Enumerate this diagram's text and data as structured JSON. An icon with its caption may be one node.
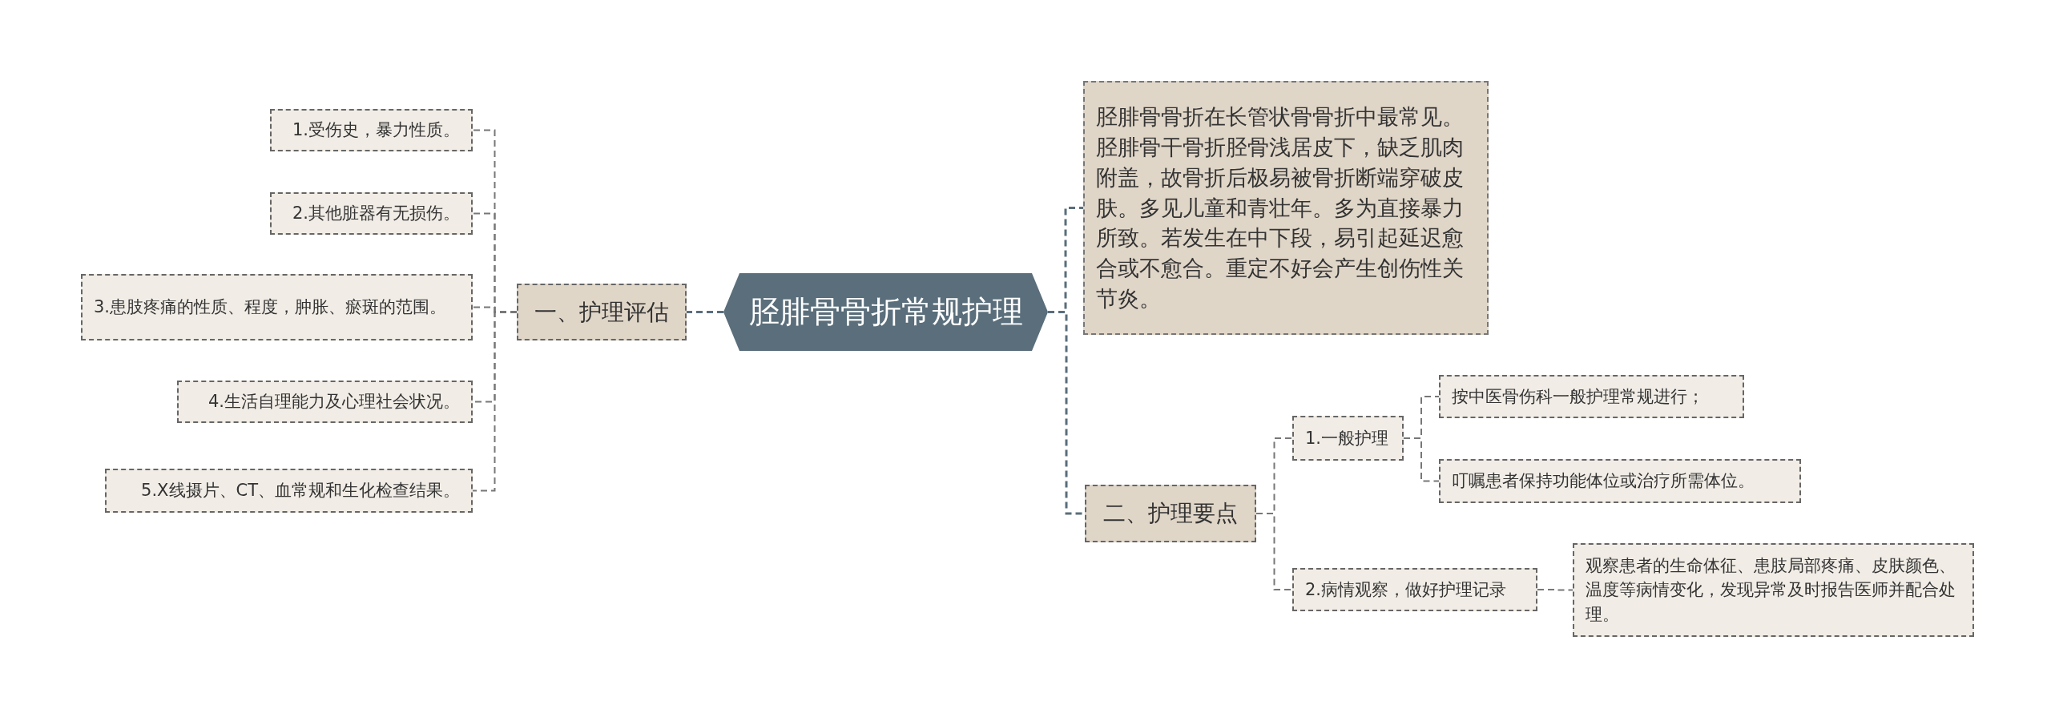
{
  "diagram": {
    "nodes": [
      {
        "text": [
          "胫腓骨骨折常规护理"
        ]
      },
      {
        "text": [
          "一、护理评估"
        ]
      },
      {
        "text": [
          "1.受伤史，暴力性质。"
        ]
      },
      {
        "text": [
          "2.其他脏器有无损伤。"
        ]
      },
      {
        "text": [
          "3.患肢疼痛的性质、程度，肿胀、瘀斑的范围。"
        ]
      },
      {
        "text": [
          "4.生活自理能力及心理社会状况。"
        ]
      },
      {
        "text": [
          "5.X线摄片、CT、血常规和生化检查结果。"
        ]
      },
      {
        "text": [
          "胫腓骨骨折在长管状骨骨折中最常见。胫腓骨干骨折胫骨浅居皮下，缺乏肌肉附盖，故骨折后极易被骨折断端穿破皮肤。多见儿童和青壮年。多为直接暴力所致。若发生在中下段，易引起延迟愈合或不愈合。重定不好会产生创伤性关节炎。"
        ]
      },
      {
        "text": [
          "二、护理要点"
        ]
      },
      {
        "text": [
          "1.一般护理"
        ]
      },
      {
        "text": [
          "按中医骨伤科一般护理常规进行；"
        ]
      },
      {
        "text": [
          "叮嘱患者保持功能体位或治疗所需体位。"
        ]
      },
      {
        "text": [
          "2.病情观察，做好护理记录"
        ]
      },
      {
        "text": [
          "观察患者的生命体征、患肢局部疼痛、皮肤颜色、温度等病情变化，发现异常及时报告医师并配合处理。"
        ]
      }
    ],
    "edges": [
      {
        "from": 0,
        "to": 1,
        "arrow": "none",
        "style": "dashed"
      },
      {
        "from": 1,
        "to": 2,
        "arrow": "none",
        "style": "dashed"
      },
      {
        "from": 1,
        "to": 3,
        "arrow": "none",
        "style": "dashed"
      },
      {
        "from": 1,
        "to": 4,
        "arrow": "none",
        "style": "dashed"
      },
      {
        "from": 1,
        "to": 5,
        "arrow": "none",
        "style": "dashed"
      },
      {
        "from": 1,
        "to": 6,
        "arrow": "none",
        "style": "dashed"
      },
      {
        "from": 0,
        "to": 7,
        "arrow": "none",
        "style": "dashed"
      },
      {
        "from": 0,
        "to": 8,
        "arrow": "none",
        "style": "dashed"
      },
      {
        "from": 8,
        "to": 9,
        "arrow": "none",
        "style": "dashed"
      },
      {
        "from": 9,
        "to": 10,
        "arrow": "none",
        "style": "dashed"
      },
      {
        "from": 9,
        "to": 11,
        "arrow": "none",
        "style": "dashed"
      },
      {
        "from": 8,
        "to": 12,
        "arrow": "none",
        "style": "dashed"
      },
      {
        "from": 12,
        "to": 13,
        "arrow": "none",
        "style": "dashed"
      }
    ]
  }
}
